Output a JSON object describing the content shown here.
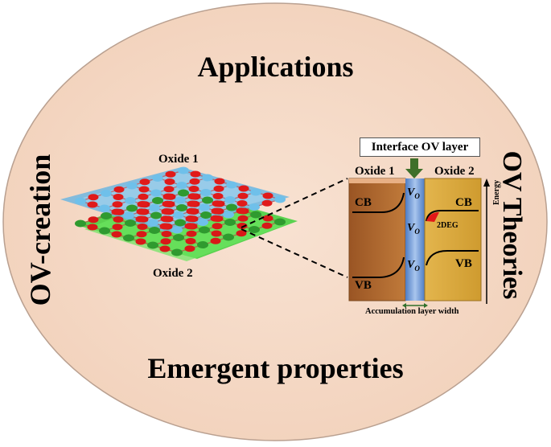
{
  "labels": {
    "applications": "Applications",
    "emergent_properties": "Emergent properties",
    "ov_creation": "OV-creation",
    "ov_theories": "OV Theories",
    "oxide1_lattice": "Oxide 1",
    "oxide2_lattice": "Oxide 2",
    "interface_ov_layer": "Interface OV layer",
    "band_oxide1": "Oxide 1",
    "band_oxide2": "Oxide 2",
    "cb_left": "CB",
    "vb_left": "VB",
    "cb_right": "CB",
    "vb_right": "VB",
    "vo_1": "V",
    "vo_2": "V",
    "vo_3": "V",
    "vo_sub": "O",
    "two_deg": "2DEG",
    "energy": "Energy",
    "accumulation_width": "Accumulation layer width"
  },
  "colors": {
    "ellipse_fill": "#f6dcc9",
    "ellipse_stroke": "#b9a090",
    "oxide1_band": "#b06a2e",
    "oxide2_band": "#d9a63a",
    "interface_blue": "#6e9ad8",
    "lattice_blue": "#7fc3e8",
    "lattice_green": "#4fd64a",
    "atom_red": "#e01a1a",
    "arrow_green": "#3f6f2a"
  }
}
